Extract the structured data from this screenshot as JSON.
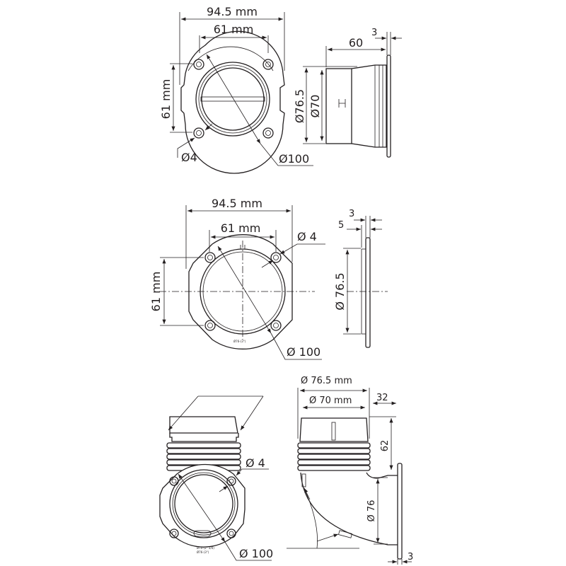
{
  "views": {
    "top_front": {
      "width": "94.5 mm",
      "hole_spacing_h": "61 mm",
      "hole_spacing_v": "61 mm",
      "hole": "Ø4",
      "outer": "Ø100"
    },
    "top_side": {
      "length": "60",
      "flange": "3",
      "outer_dia": "Ø76.5",
      "inner_dia": "Ø70"
    },
    "middle_front": {
      "width": "94.5 mm",
      "hole_spacing_h": "61 mm",
      "hole_spacing_v": "61 mm",
      "hole": "Ø 4",
      "outer": "Ø 100"
    },
    "middle_side": {
      "depth": "5",
      "flange": "3",
      "outer_dia": "Ø 76.5"
    },
    "bottom_front": {
      "hole": "Ø 4",
      "outer": "Ø 100",
      "marking1": "Ø70-(2\" 3/4)",
      "marking2": "Ø76-(3\")"
    },
    "bottom_side": {
      "outer_dia": "Ø 76.5 mm",
      "inner_dia": "Ø 70 mm",
      "offset": "32",
      "height": "62",
      "elbow_dia": "Ø 76",
      "flange": "3"
    }
  }
}
